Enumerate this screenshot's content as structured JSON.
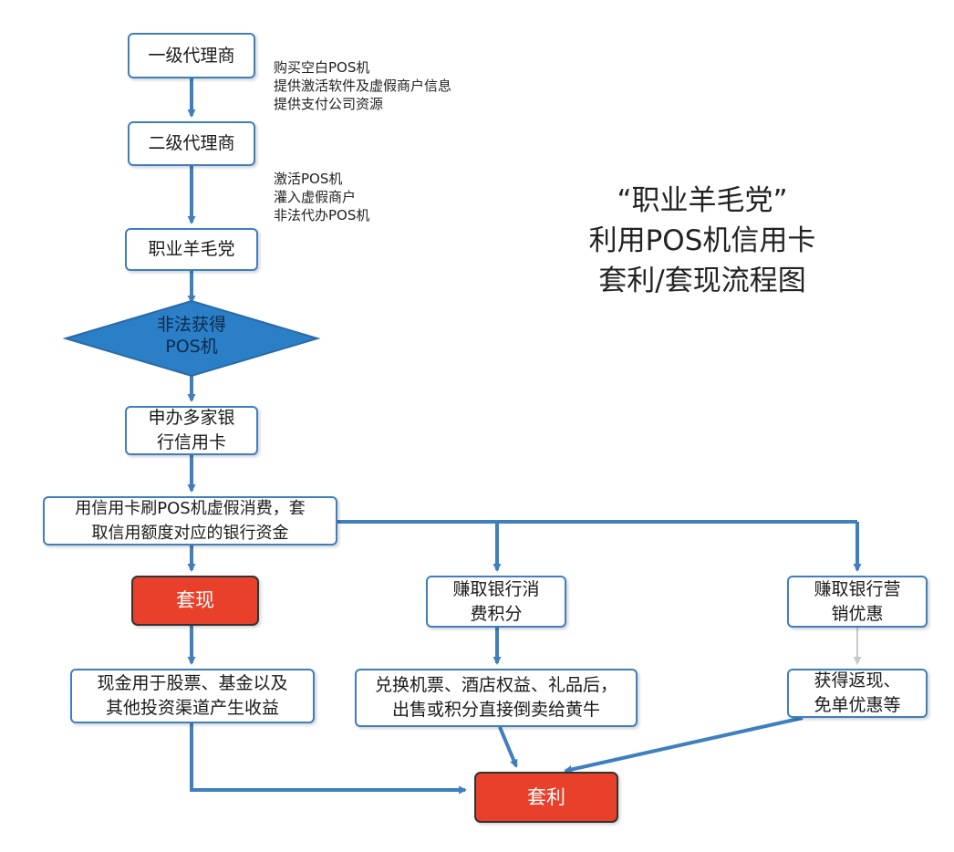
{
  "title": {
    "line1": "“职业羊毛党”",
    "line2": "利用POS机信用卡",
    "line3": "套利/套现流程图"
  },
  "nodes": {
    "agent_level1": "一级代理商",
    "agent_level2": "二级代理商",
    "wool_party": "职业羊毛党",
    "illegal_pos": {
      "line1": "非法获得",
      "line2": "POS机"
    },
    "apply_cards": {
      "line1": "申办多家银",
      "line2": "行信用卡"
    },
    "fake_spending": {
      "line1": "用信用卡刷POS机虚假消费，套",
      "line2": "取信用额度对应的银行资金"
    },
    "cash_out": "套现",
    "earn_points": {
      "line1": "赚取银行消",
      "line2": "费积分"
    },
    "earn_promos": {
      "line1": "赚取银行营",
      "line2": "销优惠"
    },
    "invest": {
      "line1": "现金用于股票、基金以及",
      "line2": "其他投资渠道产生收益"
    },
    "redeem": {
      "line1": "兑换机票、酒店权益、礼品后，",
      "line2": "出售或积分直接倒卖给黄牛"
    },
    "cashback": {
      "line1": "获得返现、",
      "line2": "免单优惠等"
    },
    "arbitrage": "套利"
  },
  "notes": {
    "level1": [
      "购买空白POS机",
      "提供激活软件及虚假商户信息",
      "提供支付公司资源"
    ],
    "level2": [
      "激活POS机",
      "灌入虚假商户",
      "非法代办POS机"
    ]
  },
  "colors": {
    "arrow": "#3f7fbd",
    "diamond": "#2a7fc6",
    "highlight": "#e8402a"
  }
}
